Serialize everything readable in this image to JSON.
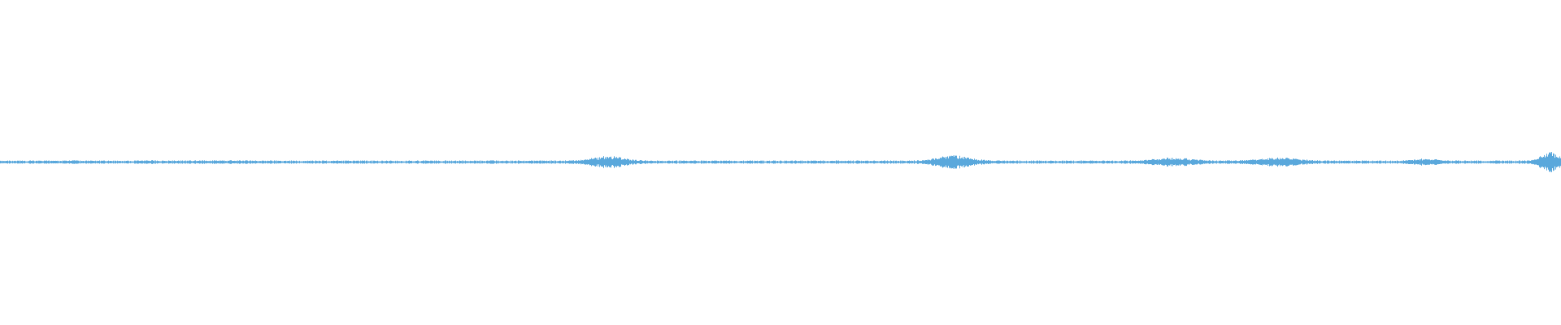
{
  "waveform": {
    "color": "#5aa8dc",
    "background": "#ffffff",
    "bursts": [
      {
        "center": 0.048,
        "width": 0.002,
        "amplitude": 0.12
      },
      {
        "center": 0.095,
        "width": 0.006,
        "amplitude": 0.08
      },
      {
        "center": 0.145,
        "width": 0.025,
        "amplitude": 0.07
      },
      {
        "center": 0.315,
        "width": 0.003,
        "amplitude": 0.09
      },
      {
        "center": 0.39,
        "width": 0.014,
        "amplitude": 0.85
      },
      {
        "center": 0.611,
        "width": 0.014,
        "amplitude": 1.0
      },
      {
        "center": 0.752,
        "width": 0.016,
        "amplitude": 0.55
      },
      {
        "center": 0.818,
        "width": 0.017,
        "amplitude": 0.6
      },
      {
        "center": 0.914,
        "width": 0.011,
        "amplitude": 0.35
      },
      {
        "center": 0.993,
        "width": 0.008,
        "amplitude": 1.6
      }
    ]
  }
}
